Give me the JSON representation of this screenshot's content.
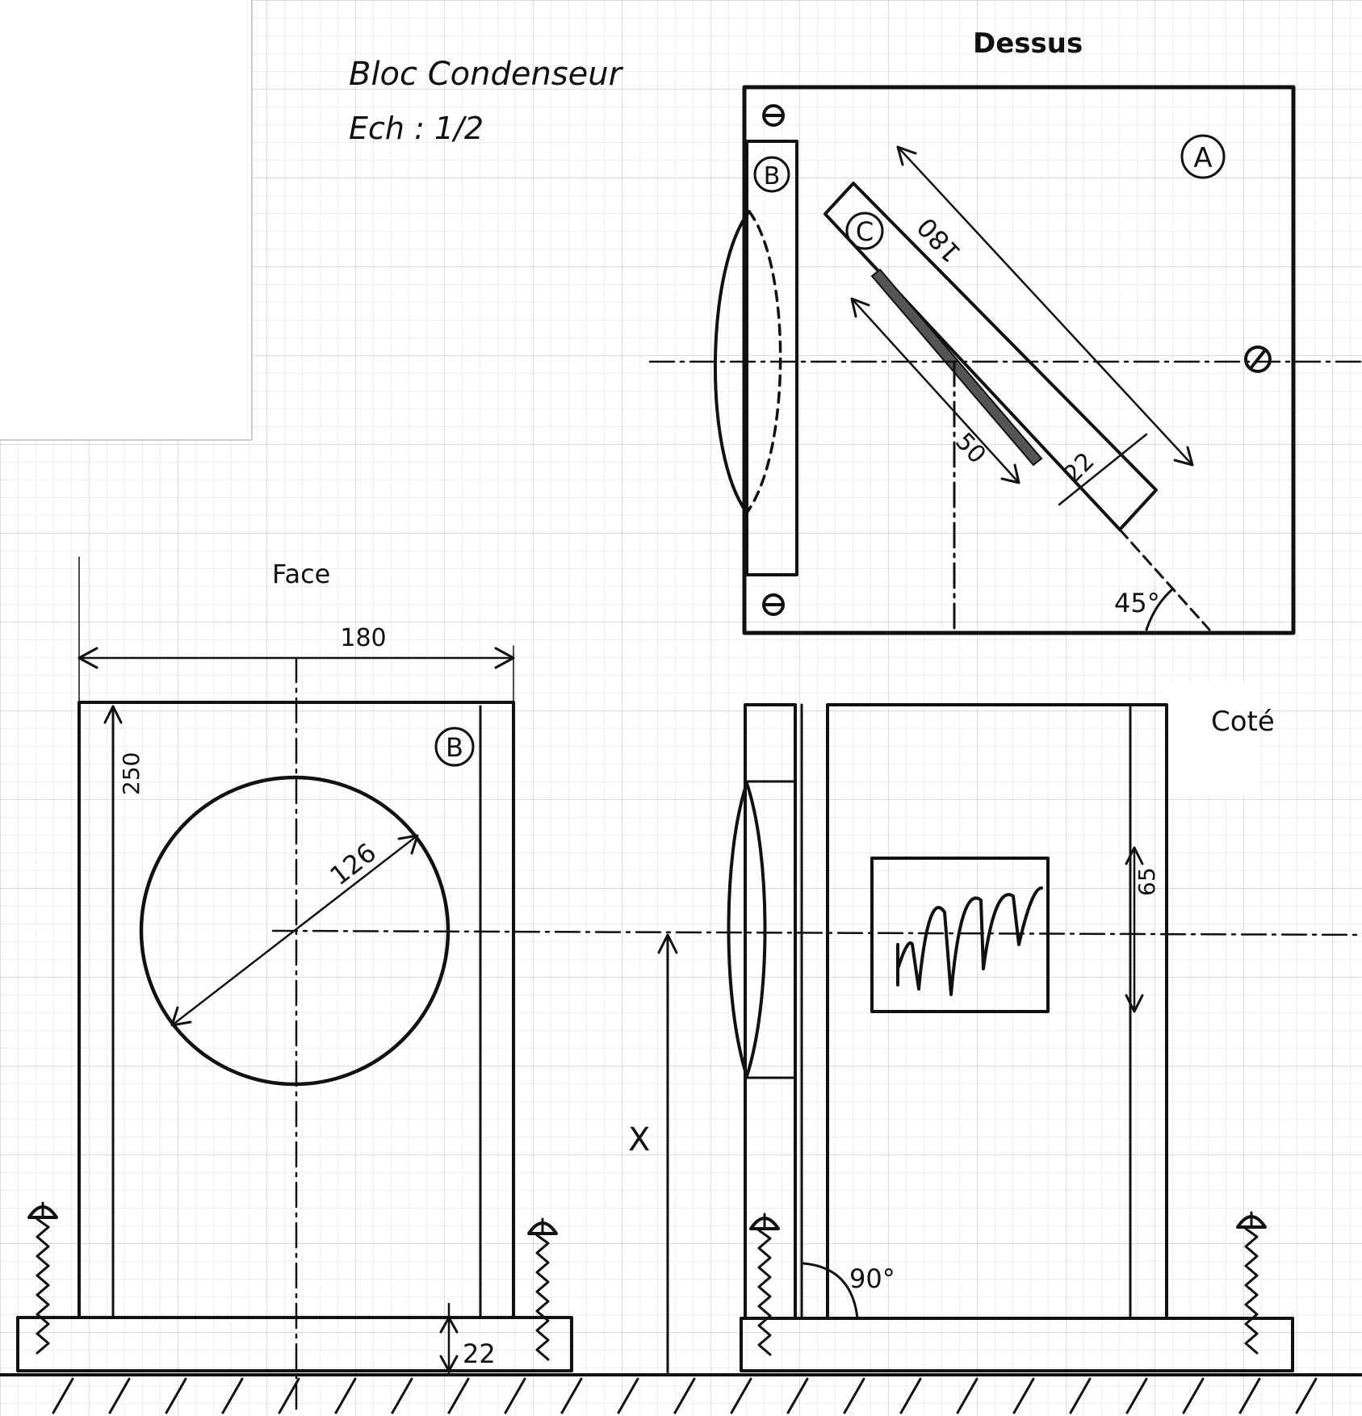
{
  "sheet": {
    "title": "Bloc Condenseur",
    "scale": "Ech : 1/2",
    "ink_color": "#111111",
    "grid_color": "#cfcfcf"
  },
  "views": {
    "top": {
      "title": "Dessus",
      "part_a": "A",
      "part_b": "B",
      "part_c": "C",
      "dim_length": "180",
      "dim_offset": "50",
      "dim_thickness": "22",
      "angle": "45°"
    },
    "face": {
      "title": "Face",
      "part_b": "B",
      "dim_width": "180",
      "dim_height": "250",
      "dim_diameter": "126",
      "dim_base": "22"
    },
    "side": {
      "title": "Coté",
      "dim_x": "X",
      "dim_slot": "65",
      "angle": "90°"
    }
  }
}
